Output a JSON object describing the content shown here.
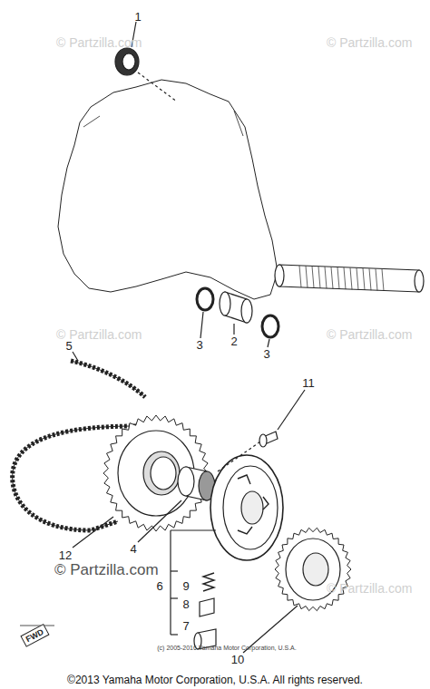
{
  "diagram": {
    "nodes": [
      {
        "text": [
          "FWD"
        ]
      }
    ],
    "labels": [
      "1",
      "3",
      "2",
      "3",
      "5",
      "11",
      "12",
      "4",
      "6",
      "9",
      "8",
      "7",
      "10",
      "© Partzilla.com",
      "© Partzilla.com",
      "© Partzilla.com",
      "© Partzilla.com",
      "© Partzilla.com",
      "© Partzilla.com",
      "(c) 2005-2016 Yamaha Motor Corporation, U.S.A.",
      "©2013 Yamaha Motor Corporation, U.S.A. All rights reserved."
    ]
  }
}
